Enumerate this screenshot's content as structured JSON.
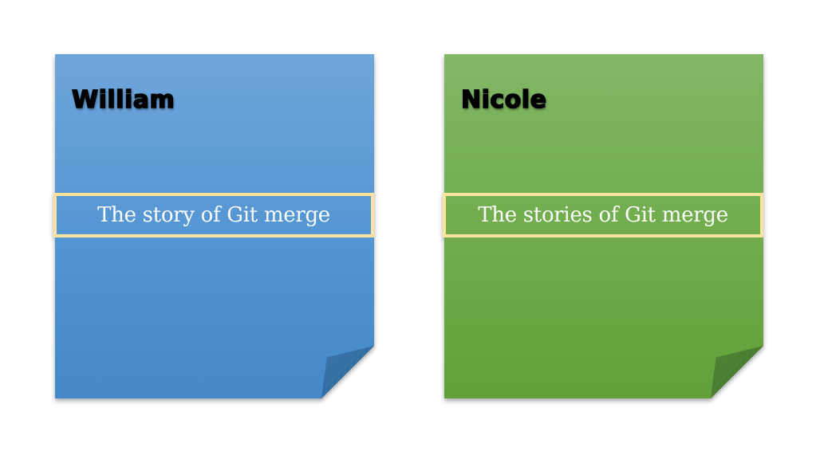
{
  "notes": [
    {
      "author": "William",
      "caption": "The story of Git merge",
      "color": "#5b9bd5"
    },
    {
      "author": "Nicole",
      "caption": "The stories of Git merge",
      "color": "#70ad47"
    }
  ],
  "caption_border_color": "#fce49f"
}
